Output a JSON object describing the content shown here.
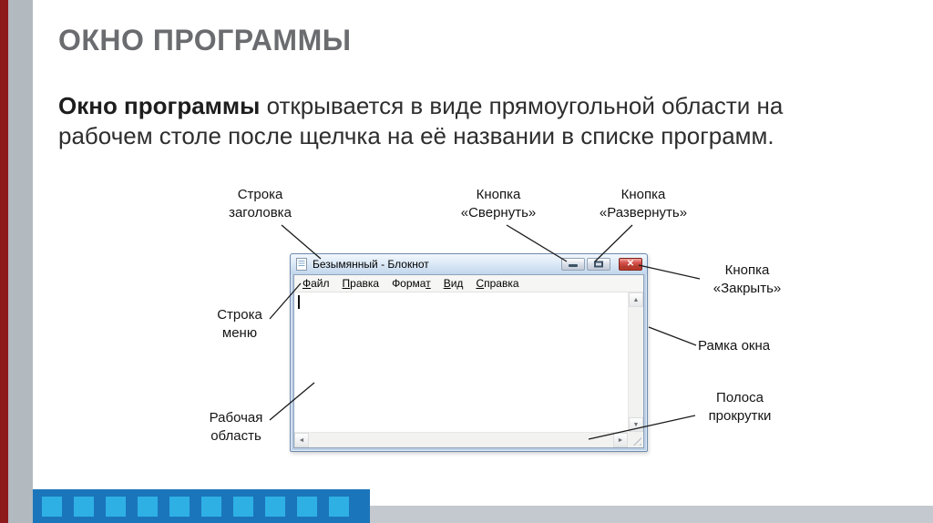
{
  "slide": {
    "title": "ОКНО ПРОГРАММЫ",
    "body_bold": "Окно программы",
    "body_rest": "  открывается в виде прямоугольной области на рабочем столе после щелчка на её названии в списке программ."
  },
  "notepad": {
    "window_title": "Безымянный - Блокнот",
    "menu": [
      {
        "name": "file",
        "label": "Файл",
        "underline": 0
      },
      {
        "name": "edit",
        "label": "Правка",
        "underline": 0
      },
      {
        "name": "format",
        "label": "Формат",
        "underline": 5
      },
      {
        "name": "view",
        "label": "Вид",
        "underline": 0
      },
      {
        "name": "help",
        "label": "Справка",
        "underline": 0
      }
    ]
  },
  "callouts": {
    "title_bar": "Строка заголовка",
    "minimize": "Кнопка «Свернуть»",
    "maximize": "Кнопка «Развернуть»",
    "close": "Кнопка «Закрыть»",
    "menu_bar": "Строка меню",
    "frame": "Рамка окна",
    "work_area": "Рабочая область",
    "scrollbar": "Полоса прокрутки"
  },
  "icons": {
    "close_glyph": "✕",
    "scroll_up": "▲",
    "scroll_down": "▼",
    "scroll_left": "◄",
    "scroll_right": "►"
  },
  "footer": {
    "square_count": 10
  },
  "colors": {
    "accent_red": "#8E1B1B",
    "accent_gray": "#B2B9BF",
    "band_blue": "#1B75BB",
    "square_cyan": "#2EB0E4",
    "strip_gray": "#C3C9CE",
    "title_gray": "#6B6C6F"
  }
}
